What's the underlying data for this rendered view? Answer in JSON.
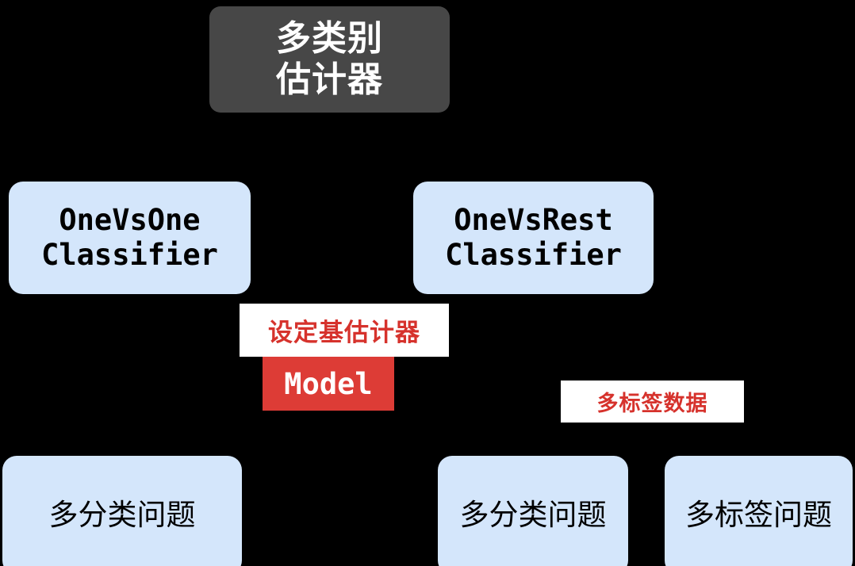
{
  "diagram": {
    "background_color": "#000000",
    "root": {
      "label": "多类别\n估计器",
      "color": "#474747",
      "text_color": "#ffffff"
    },
    "classifiers": [
      {
        "label": "OneVsOne\nClassifier",
        "color": "#d4e6fb"
      },
      {
        "label": "OneVsRest\nClassifier",
        "color": "#d4e6fb"
      }
    ],
    "edge_labels": [
      {
        "label": "设定基估计器",
        "text_color": "#d6322c",
        "background": "#ffffff"
      },
      {
        "label": "Model",
        "text_color": "#ffffff",
        "background": "#dd3c36"
      },
      {
        "label": "多标签数据",
        "text_color": "#d6322c",
        "background": "#ffffff"
      }
    ],
    "leaves": [
      {
        "label": "多分类问题",
        "color": "#d4e6fb"
      },
      {
        "label": "多分类问题",
        "color": "#d4e6fb"
      },
      {
        "label": "多标签问题",
        "color": "#d4e6fb"
      }
    ]
  }
}
